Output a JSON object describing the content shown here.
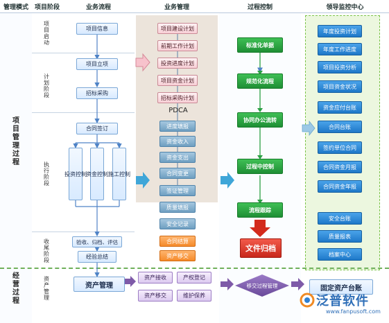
{
  "headers": {
    "mode": "管理模式",
    "phase": "项目阶段",
    "flow": "业务流程",
    "mgmt": "业务管理",
    "control": "过程控制",
    "monitor": "领导监控中心"
  },
  "mode_labels": {
    "project": "项目管理过程",
    "operation": "经营过程"
  },
  "phases": {
    "start": "项目启动",
    "plan": "计划阶段",
    "exec": "执行阶段",
    "close": "收尾阶段",
    "asset": "资产管理"
  },
  "flow": {
    "info": "项目信息",
    "approve": "项目立项",
    "bid": "招标采购",
    "contract": "合同签订",
    "invest": "投资控制",
    "fund": "资金控制",
    "build": "施工控制",
    "accept": "验收、归档、评估",
    "summary": "经验总结",
    "asset": "资产管理"
  },
  "mgmt": {
    "items_top": [
      "项目建设计划",
      "前期工作计划",
      "投资进度计划",
      "项目资金计划",
      "招标采购计划"
    ],
    "pdca": "PDCA",
    "items_mid": [
      "进度填报",
      "资金收入",
      "资金支出",
      "合同变更",
      "签证管理",
      "质量填报",
      "安全记录"
    ],
    "items_orange": [
      "合同结算",
      "资产移交"
    ],
    "items_asset": [
      "资产接收",
      "产权登记",
      "资产移交",
      "维护保养"
    ]
  },
  "control": {
    "steps": [
      "标准化单据",
      "规范化流程",
      "协同办公流转",
      "过程中控制",
      "流程跟踪"
    ],
    "archive": "文件归档",
    "asset_track": "移交过程管理"
  },
  "monitor": {
    "items": [
      "年度投资计划",
      "年度工作进度",
      "项目投资分析",
      "项目资金状况",
      "资金应付台账",
      "合同台账",
      "签约单位合同",
      "合同资金月报",
      "合同资金年报",
      "安全台账",
      "质量报表",
      "档案中心"
    ],
    "fixed_asset": "固定资产台账"
  },
  "watermark": {
    "brand": "泛普软件",
    "url": "www.fanpusoft.com"
  },
  "colors": {
    "accent_green": "#2aa043",
    "steel_blue": "#6f9fc1",
    "light_blue": "#1e78c8",
    "orange": "#f58a2b",
    "red": "#c8271b"
  }
}
